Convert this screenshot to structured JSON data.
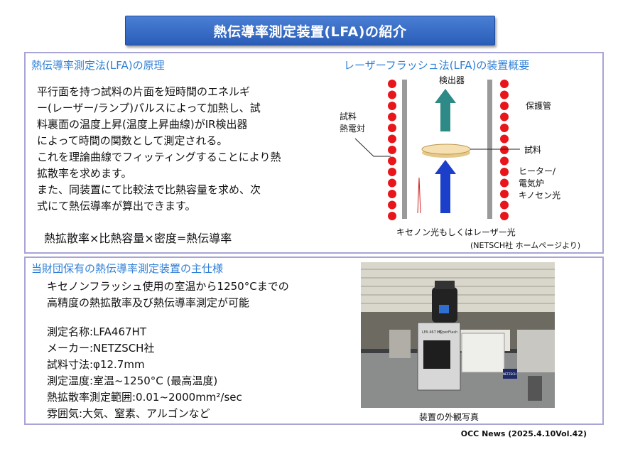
{
  "header": {
    "title": "熱伝導率測定装置(LFA)の紹介"
  },
  "principle": {
    "heading": "熱伝導率測定法(LFA)の原理",
    "lines": [
      "平行面を持つ試料の片面を短時間のエネルギ",
      "ー(レーザー/ランプ)パルスによって加熱し、試",
      "料裏面の温度上昇(温度上昇曲線)がIR検出器",
      "によって時間の関数として測定される。",
      "これを理論曲線でフィッティングすることにより熱",
      "拡散率を求めます。",
      "また、同装置にて比較法で比熱容量を求め、次",
      "式にて熱伝導率が算出できます。"
    ],
    "formula": "熱拡散率×比熱容量×密度=熱伝導率"
  },
  "diagram": {
    "heading": "レーザーフラッシュ法(LFA)の装置概要",
    "label_detector": "検出器",
    "label_protect_tube": "保護管",
    "label_thermocouple_1": "試料",
    "label_thermocouple_2": "熱電対",
    "label_sample": "試料",
    "label_heater_1": "ヒーター/",
    "label_heater_2": "電気炉",
    "label_heater_3": "キノセン光",
    "label_source": "キセノン光もしくはレーザー光",
    "credit": "(NETSCH社 ホームページより)",
    "colors": {
      "heater_dot": "#e8161b",
      "detector_arrow": "#2d8a86",
      "source_arrow": "#1b3fc9",
      "sample": "#f6dfb0"
    }
  },
  "specs": {
    "heading": "当財団保有の熱伝導率測定装置の主仕様",
    "intro_lines": [
      "キセノンフラッシュ使用の室温から1250°Cまでの",
      "高精度の熱拡散率及び熱伝導率測定が可能"
    ],
    "items": [
      "測定名称:LFA467HT",
      "メーカー:NETZSCH社",
      "試料寸法:φ12.7mm",
      "測定温度:室温~1250°C (最高温度)",
      "熱拡散率測定範囲:0.01~2000mm²/sec",
      "雰囲気:大気、窒素、アルゴンなど"
    ],
    "photo_caption": "装置の外観写真",
    "photo_label_1": "LFA 467 HT",
    "photo_label_2": "HyperFlash",
    "photo_brand": "NETZSCH"
  },
  "footer": {
    "text": "OCC News (2025.4.10Vol.42)"
  }
}
